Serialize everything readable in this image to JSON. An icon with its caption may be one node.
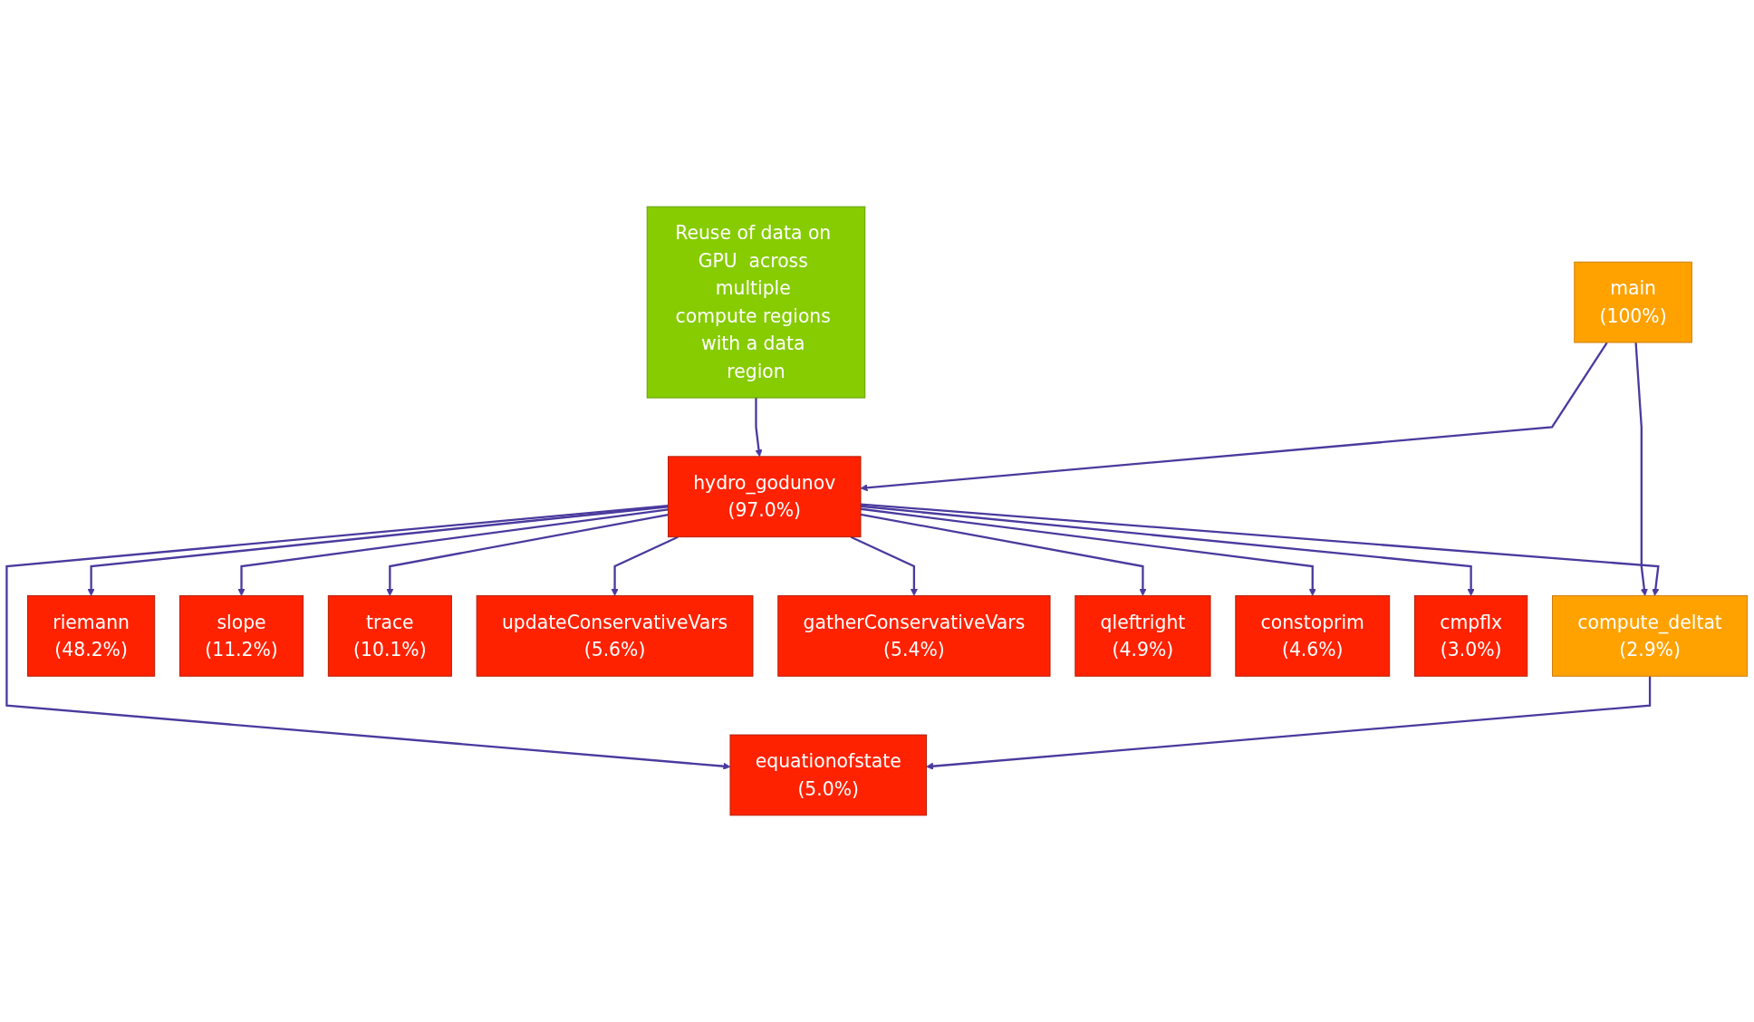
{
  "diagram": {
    "nodes": [
      {
        "text": [
          "Reuse of data on GPU  across multiple compute regions with a data region"
        ]
      },
      {
        "text": [
          "main",
          "(100%)"
        ]
      },
      {
        "text": [
          "hydro_godunov",
          "(97.0%)"
        ]
      },
      {
        "text": [
          "compute_deltat",
          "(2.9%)"
        ]
      },
      {
        "text": [
          "riemann",
          "(48.2%)"
        ]
      },
      {
        "text": [
          "slope",
          "(11.2%)"
        ]
      },
      {
        "text": [
          "trace",
          "(10.1%)"
        ]
      },
      {
        "text": [
          "updateConservativeVars",
          "(5.6%)"
        ]
      },
      {
        "text": [
          "gatherConservativeVars",
          "(5.4%)"
        ]
      },
      {
        "text": [
          "equationofstate",
          "(5.0%)"
        ]
      },
      {
        "text": [
          "qleftright",
          "(4.9%)"
        ]
      },
      {
        "text": [
          "constoprim",
          "(4.6%)"
        ]
      },
      {
        "text": [
          "cmpflx",
          "(3.0%)"
        ]
      }
    ],
    "edges": [
      {
        "from": 0,
        "to": 2,
        "arrow": "to"
      },
      {
        "from": 1,
        "to": 2,
        "arrow": "to"
      },
      {
        "from": 1,
        "to": 3,
        "arrow": "to"
      },
      {
        "from": 2,
        "to": 3,
        "arrow": "to"
      },
      {
        "from": 2,
        "to": 4,
        "arrow": "to"
      },
      {
        "from": 2,
        "to": 5,
        "arrow": "to"
      },
      {
        "from": 2,
        "to": 6,
        "arrow": "to"
      },
      {
        "from": 2,
        "to": 7,
        "arrow": "to"
      },
      {
        "from": 2,
        "to": 10,
        "arrow": "to"
      },
      {
        "from": 2,
        "to": 11,
        "arrow": "to"
      },
      {
        "from": 2,
        "to": 12,
        "arrow": "to"
      },
      {
        "from": 2,
        "to": 8,
        "arrow": "to"
      },
      {
        "from": 2,
        "to": 9,
        "arrow": "to"
      },
      {
        "from": 3,
        "to": 9,
        "arrow": "to"
      }
    ]
  }
}
